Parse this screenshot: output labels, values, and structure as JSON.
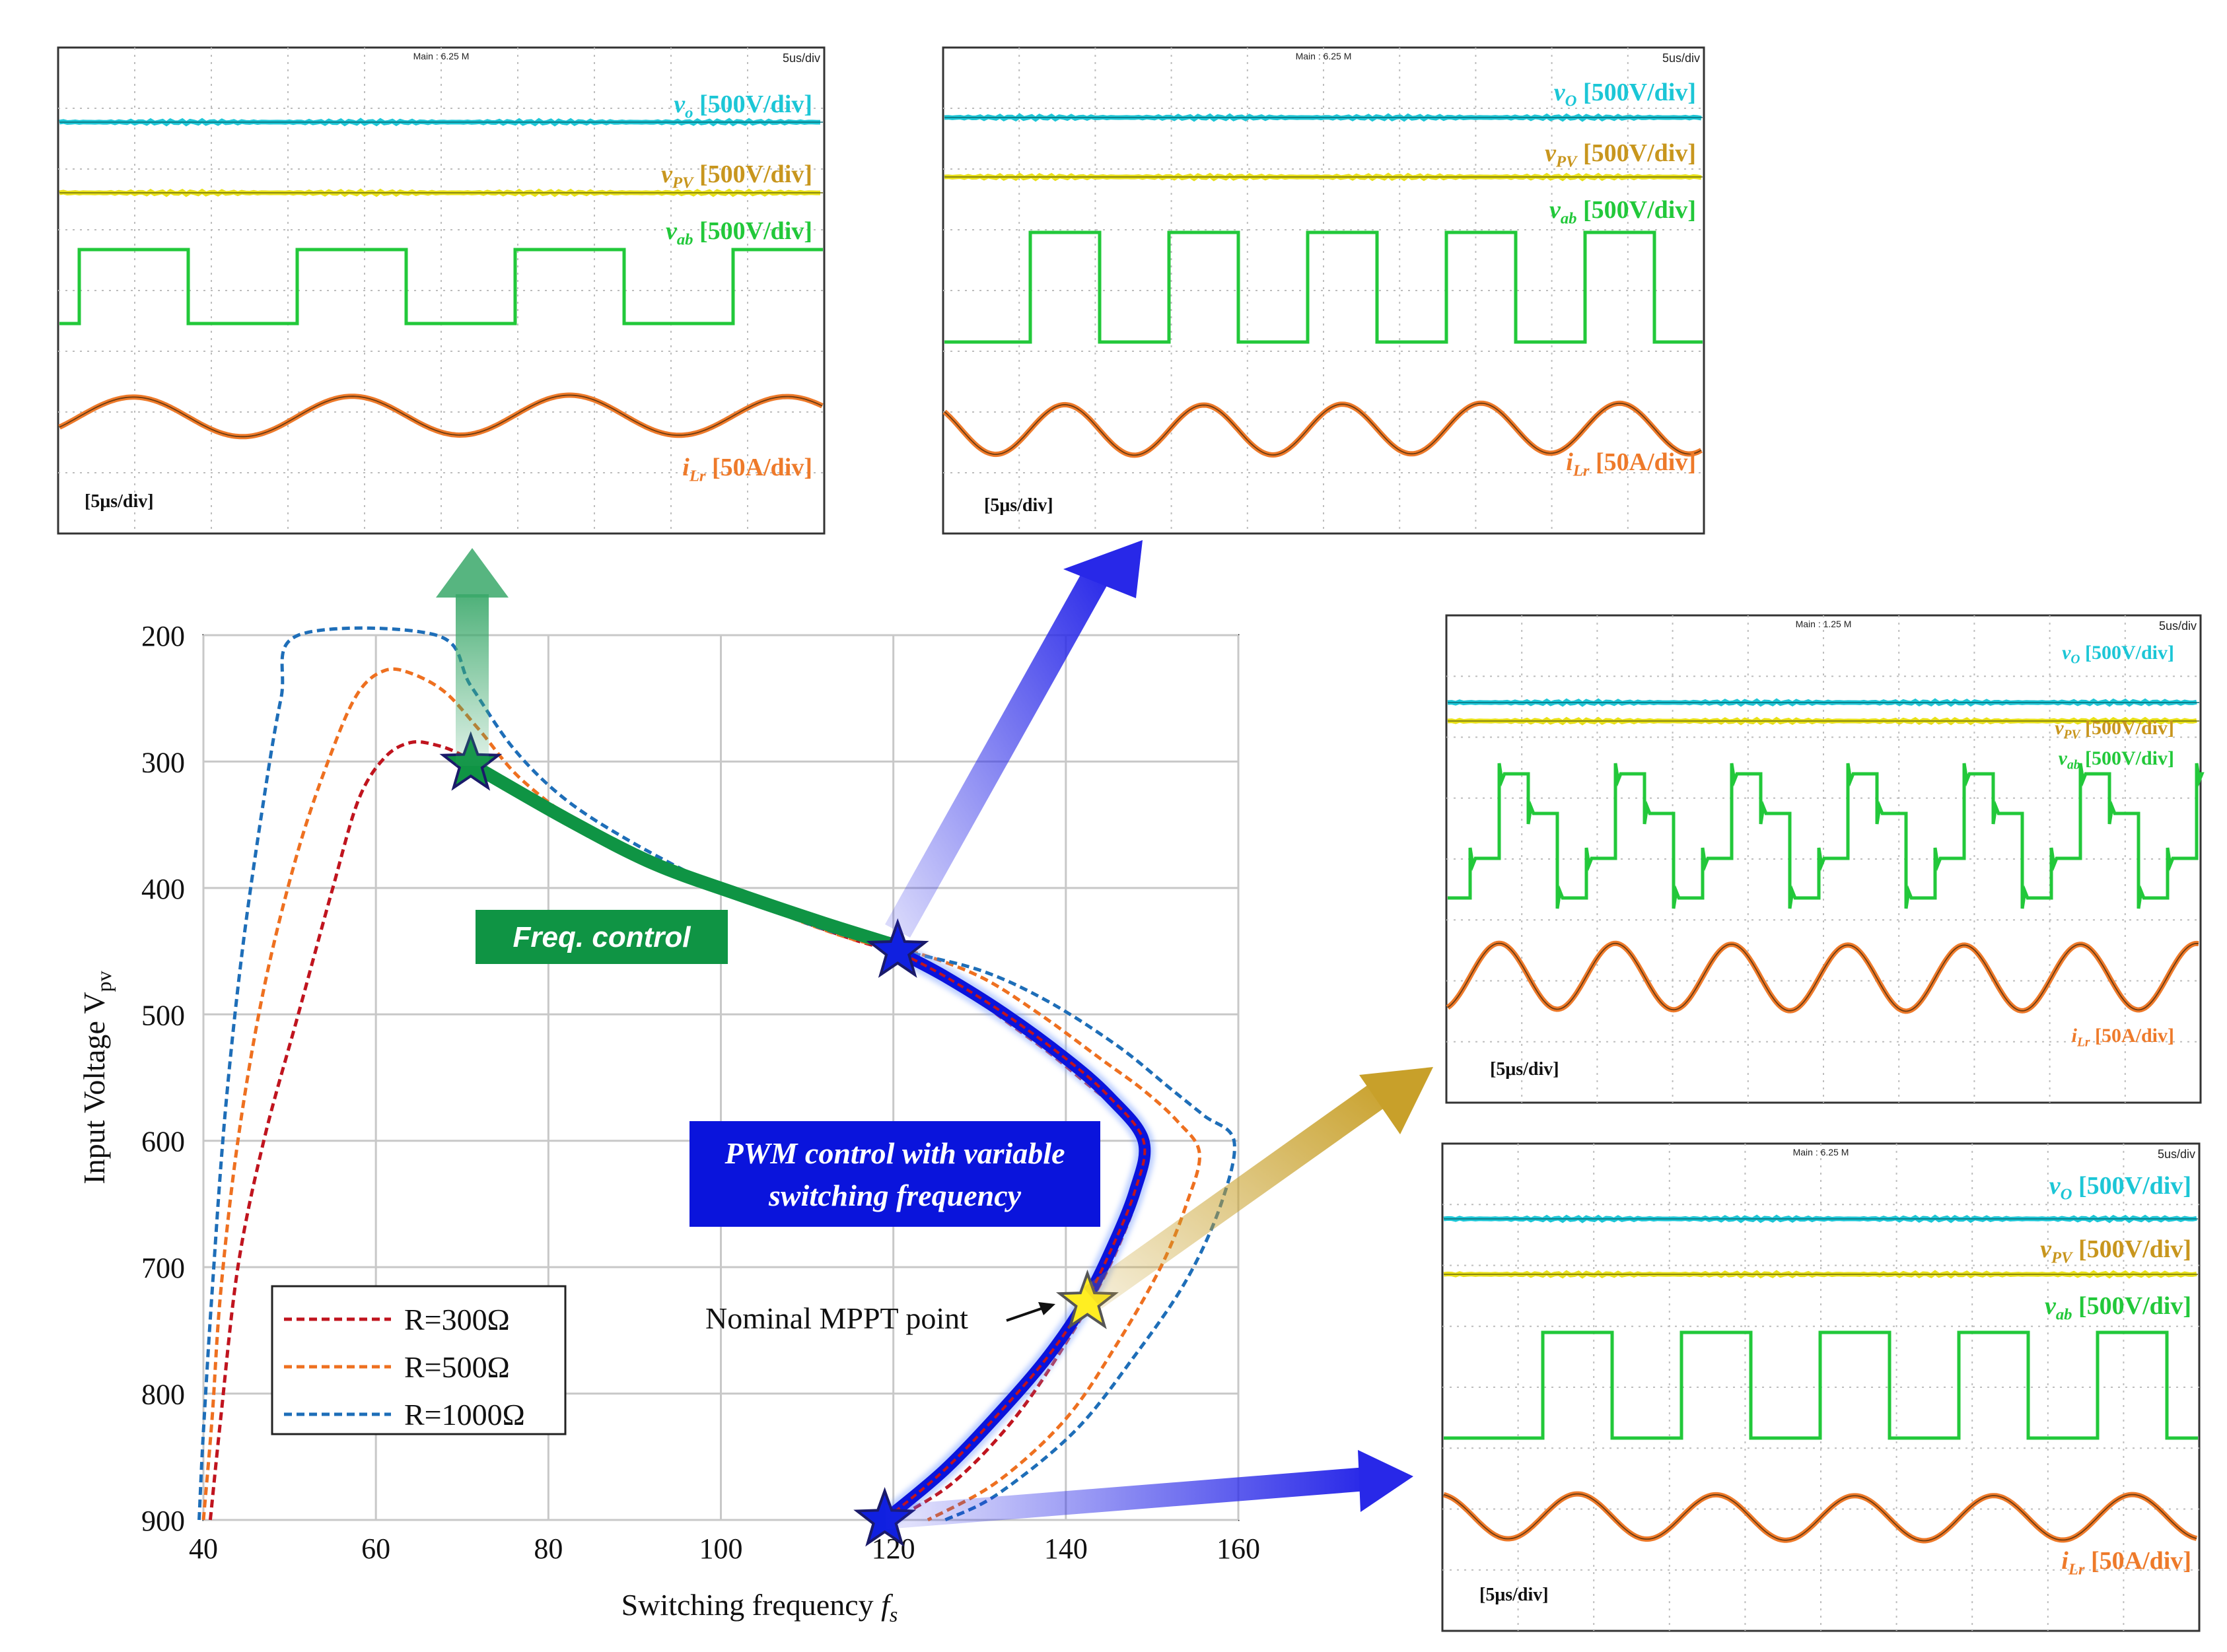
{
  "chart_data": {
    "type": "line",
    "xlabel": "Switching frequency",
    "xlabel_symbol": "f",
    "xlabel_symbol_sub": "s",
    "ylabel": "Input Voltage V",
    "ylabel_sub": "pv",
    "xlim": [
      40,
      160
    ],
    "ylim": [
      200,
      900
    ],
    "y_inverted": true,
    "x_ticks": [
      40,
      60,
      80,
      100,
      120,
      140,
      160
    ],
    "y_ticks": [
      200,
      300,
      400,
      500,
      600,
      700,
      800,
      900
    ],
    "grid": true,
    "legend_position": "bottom-left",
    "series": [
      {
        "name": "R=300Ω",
        "color": "#c0141e",
        "style": "dashed",
        "points": [
          [
            40.8,
            900
          ],
          [
            42,
            820
          ],
          [
            44,
            700
          ],
          [
            47,
            600
          ],
          [
            51,
            500
          ],
          [
            55,
            400
          ],
          [
            58,
            330
          ],
          [
            61,
            297
          ],
          [
            64,
            285
          ],
          [
            67,
            287
          ],
          [
            70,
            295
          ],
          [
            73,
            310
          ],
          [
            78,
            330
          ],
          [
            85,
            355
          ],
          [
            95,
            385
          ],
          [
            105,
            415
          ],
          [
            115,
            440
          ],
          [
            121,
            452
          ],
          [
            126,
            468
          ],
          [
            132,
            500
          ],
          [
            138,
            530
          ],
          [
            143,
            558
          ],
          [
            147,
            580
          ],
          [
            149.5,
            600
          ],
          [
            148.5,
            640
          ],
          [
            145,
            700
          ],
          [
            140,
            760
          ],
          [
            134,
            820
          ],
          [
            127,
            870
          ],
          [
            120,
            900
          ]
        ]
      },
      {
        "name": "R=500Ω",
        "color": "#ee7020",
        "style": "dashed",
        "points": [
          [
            40,
            900
          ],
          [
            41,
            820
          ],
          [
            42,
            720
          ],
          [
            44,
            600
          ],
          [
            47,
            480
          ],
          [
            51,
            370
          ],
          [
            55,
            290
          ],
          [
            58,
            245
          ],
          [
            61,
            228
          ],
          [
            64,
            230
          ],
          [
            68,
            245
          ],
          [
            72,
            275
          ],
          [
            77,
            315
          ],
          [
            85,
            355
          ],
          [
            95,
            385
          ],
          [
            105,
            415
          ],
          [
            115,
            440
          ],
          [
            122,
            450
          ],
          [
            130,
            470
          ],
          [
            137,
            500
          ],
          [
            144,
            535
          ],
          [
            149,
            560
          ],
          [
            153,
            585
          ],
          [
            155.5,
            610
          ],
          [
            154,
            650
          ],
          [
            151,
            700
          ],
          [
            146,
            760
          ],
          [
            140,
            820
          ],
          [
            132,
            870
          ],
          [
            124,
            900
          ]
        ]
      },
      {
        "name": "R=1000Ω",
        "color": "#1e6eb8",
        "style": "dashed",
        "points": [
          [
            39.5,
            900
          ],
          [
            40,
            830
          ],
          [
            41,
            720
          ],
          [
            42.5,
            580
          ],
          [
            44.5,
            450
          ],
          [
            47,
            330
          ],
          [
            49,
            250
          ],
          [
            51,
            200
          ],
          [
            67,
            200
          ],
          [
            71,
            240
          ],
          [
            76,
            290
          ],
          [
            82,
            330
          ],
          [
            90,
            365
          ],
          [
            100,
            400
          ],
          [
            110,
            428
          ],
          [
            120,
            448
          ],
          [
            130,
            465
          ],
          [
            138,
            490
          ],
          [
            146,
            525
          ],
          [
            152,
            558
          ],
          [
            156,
            580
          ],
          [
            159.5,
            600
          ],
          [
            158,
            650
          ],
          [
            154,
            710
          ],
          [
            148,
            770
          ],
          [
            141,
            830
          ],
          [
            132,
            880
          ],
          [
            126,
            900
          ]
        ]
      },
      {
        "name": "Freq. control",
        "color": "#0f9444",
        "style": "thick",
        "points": [
          [
            71,
            302
          ],
          [
            82,
            345
          ],
          [
            92,
            380
          ],
          [
            102,
            405
          ],
          [
            112,
            428
          ],
          [
            120,
            445
          ]
        ]
      },
      {
        "name": "PWM control with variable switching frequency",
        "color": "#0a14dc",
        "style": "thick",
        "points": [
          [
            121,
            452
          ],
          [
            126,
            470
          ],
          [
            133,
            500
          ],
          [
            140,
            535
          ],
          [
            145,
            565
          ],
          [
            149,
            600
          ],
          [
            148,
            640
          ],
          [
            145,
            690
          ],
          [
            142,
            730
          ],
          [
            138,
            770
          ],
          [
            133,
            810
          ],
          [
            126,
            860
          ],
          [
            119,
            900
          ]
        ]
      }
    ],
    "points": [
      {
        "name": "freq-control-start",
        "x": 71,
        "y": 302,
        "color": "#0f9444"
      },
      {
        "name": "mode-boundary",
        "x": 120.5,
        "y": 450,
        "color": "#1020e0"
      },
      {
        "name": "Nominal MPPT point",
        "x": 142.5,
        "y": 728,
        "color": "#ffee22"
      },
      {
        "name": "full-load-end",
        "x": 119,
        "y": 900,
        "color": "#1020e0"
      }
    ],
    "annotations": {
      "freq_control": "Freq. control",
      "pwm_line1": "PWM control with variable",
      "pwm_line2": "switching frequency",
      "nominal_mppt": "Nominal MPPT point"
    }
  },
  "scope_header": "Main : 6.25 M",
  "scope_header_alt": "Main : 1.25 M",
  "scope_timebase": "5us/div",
  "scope_panels": [
    {
      "id": "top-left",
      "header": "Main : 6.25 M",
      "time_label": "[5μs/div]",
      "vo": {
        "sym": "v",
        "sub": "o",
        "scale": "[500V/div]"
      },
      "vpv": {
        "sym": "v",
        "sub": "PV",
        "scale": "[500V/div]"
      },
      "vab": {
        "sym": "v",
        "sub": "ab",
        "scale": "[500V/div]"
      },
      "ilr": {
        "sym": "i",
        "sub": "Lr",
        "scale": "[50A/div]"
      }
    },
    {
      "id": "top-right",
      "header": "Main : 6.25 M",
      "time_label": "[5μs/div]",
      "vo": {
        "sym": "v",
        "sub": "O",
        "scale": "[500V/div]"
      },
      "vpv": {
        "sym": "v",
        "sub": "PV",
        "scale": "[500V/div]"
      },
      "vab": {
        "sym": "v",
        "sub": "ab",
        "scale": "[500V/div]"
      },
      "ilr": {
        "sym": "i",
        "sub": "Lr",
        "scale": "[50A/div]"
      }
    },
    {
      "id": "middle-right",
      "header": "Main : 1.25 M",
      "time_label": "[5μs/div]",
      "vo": {
        "sym": "v",
        "sub": "O",
        "scale": "[500V/div]"
      },
      "vpv": {
        "sym": "v",
        "sub": "PV",
        "scale": "[500V/div]"
      },
      "vab": {
        "sym": "v",
        "sub": "ab",
        "scale": "[500V/div]"
      },
      "ilr": {
        "sym": "i",
        "sub": "Lr",
        "scale": "[50A/div]"
      }
    },
    {
      "id": "bottom-right",
      "header": "Main : 6.25 M",
      "time_label": "[5μs/div]",
      "vo": {
        "sym": "v",
        "sub": "O",
        "scale": "[500V/div]"
      },
      "vpv": {
        "sym": "v",
        "sub": "PV",
        "scale": "[500V/div]"
      },
      "vab": {
        "sym": "v",
        "sub": "ab",
        "scale": "[500V/div]"
      },
      "ilr": {
        "sym": "i",
        "sub": "Lr",
        "scale": "[50A/div]"
      }
    }
  ],
  "colors": {
    "vo": "#1cc6d6",
    "vpv": "#e8e018",
    "vpv_text": "#c8961e",
    "vab": "#22c83a",
    "ilr": "#ee7a2a",
    "ilr_core": "#6a3a10",
    "arrow_green": "#3aa86a",
    "arrow_blue": "#2828e8",
    "arrow_gold": "#c8a02a",
    "freq_box": "#0f9444",
    "pwm_box": "#0a14dc"
  }
}
